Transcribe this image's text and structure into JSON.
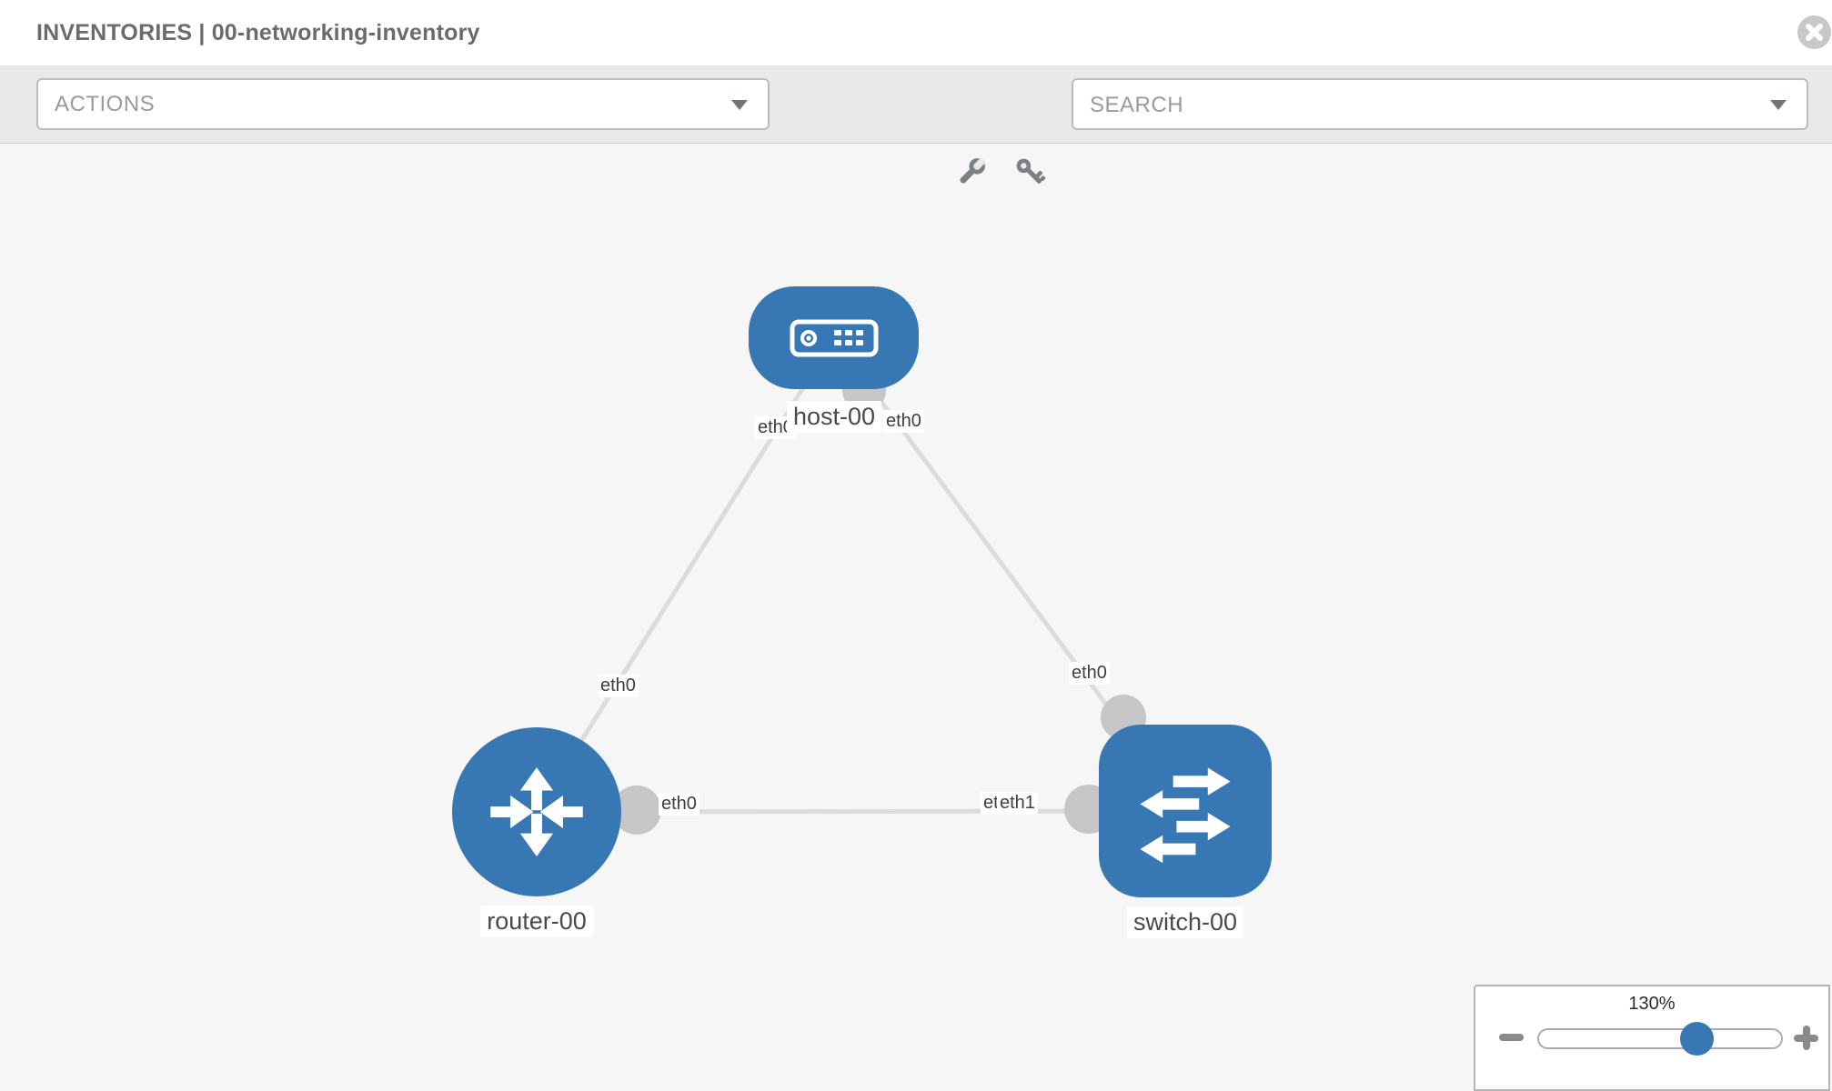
{
  "window": {
    "title": "INVENTORIES | 00-networking-inventory"
  },
  "toolbar": {
    "actions_label": "ACTIONS",
    "search_placeholder": "SEARCH"
  },
  "topology": {
    "nodes": [
      {
        "id": "host-00",
        "type": "host",
        "label": "host-00"
      },
      {
        "id": "router-00",
        "type": "router",
        "label": "router-00"
      },
      {
        "id": "switch-00",
        "type": "switch",
        "label": "switch-00"
      }
    ],
    "links": [
      {
        "from": "router-00",
        "to": "host-00",
        "from_interface": "eth0",
        "to_interface": "eth0"
      },
      {
        "from": "host-00",
        "to": "switch-00",
        "from_interface": "eth0",
        "to_interface": "eth0"
      },
      {
        "from": "router-00",
        "to": "switch-00",
        "from_interface": "eth0",
        "to_interface": "eth1"
      }
    ],
    "iface_labels": [
      {
        "text": "eth0"
      },
      {
        "text": "eth0"
      },
      {
        "text": "eth0"
      },
      {
        "text": "eth0"
      },
      {
        "text": "eth0"
      },
      {
        "text": "eth0"
      },
      {
        "text": "eth1"
      }
    ]
  },
  "zoom_control": {
    "level": "130%"
  },
  "colors": {
    "node_blue": "#3778b4",
    "link_gray": "#dcdcdc",
    "dot_gray": "#c6c6c6",
    "toolbar_gray": "#e9e9e9",
    "canvas_gray": "#f6f6f6"
  }
}
